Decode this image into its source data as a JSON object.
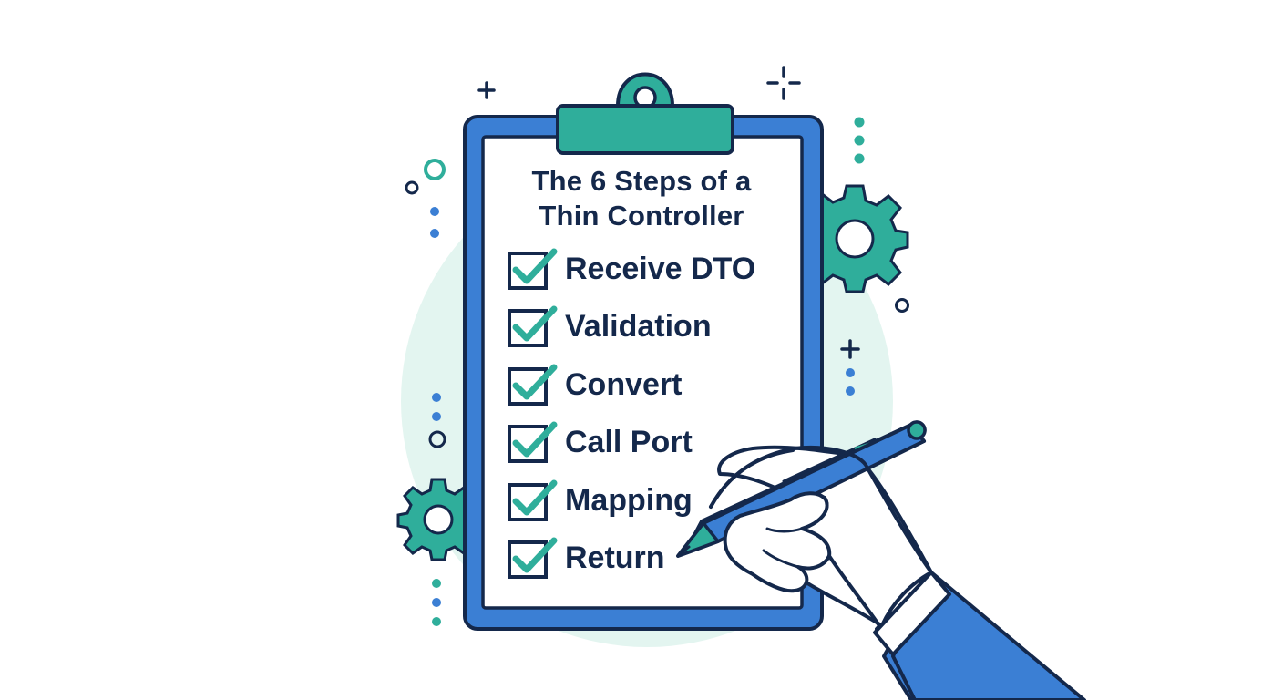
{
  "title_lines": [
    "The 6 Steps of a",
    "Thin Controller"
  ],
  "steps": [
    {
      "label": "Receive DTO",
      "checked": true
    },
    {
      "label": "Validation",
      "checked": true
    },
    {
      "label": "Convert",
      "checked": true
    },
    {
      "label": "Call Port",
      "checked": true
    },
    {
      "label": "Mapping",
      "checked": true
    },
    {
      "label": "Return",
      "checked": true
    }
  ],
  "colors": {
    "board_blue": "#3b7fd4",
    "outline_navy": "#14284b",
    "teal": "#2fae9b",
    "mint_background": "#e3f5f0",
    "dot_blue": "#3b7fd4"
  },
  "icons": [
    "clipboard-icon",
    "clip-icon",
    "gear-icon",
    "checkmark-icon",
    "pen-icon",
    "hand-icon",
    "sparkle-icon"
  ]
}
